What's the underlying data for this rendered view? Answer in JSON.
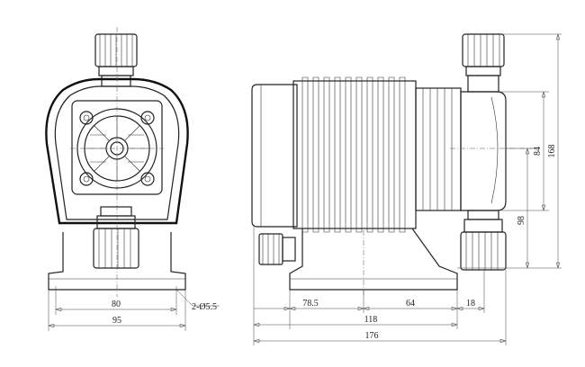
{
  "dimensions": {
    "front_base_width": "80",
    "front_overall_width": "95",
    "mount_holes": "2-Ø5.5",
    "side_base_left": "78.5",
    "side_base_right": "64",
    "side_head_offset": "18",
    "side_base_total": "118",
    "side_overall_length": "176",
    "head_height": "84",
    "outlet_height": "98",
    "overall_height": "168"
  }
}
